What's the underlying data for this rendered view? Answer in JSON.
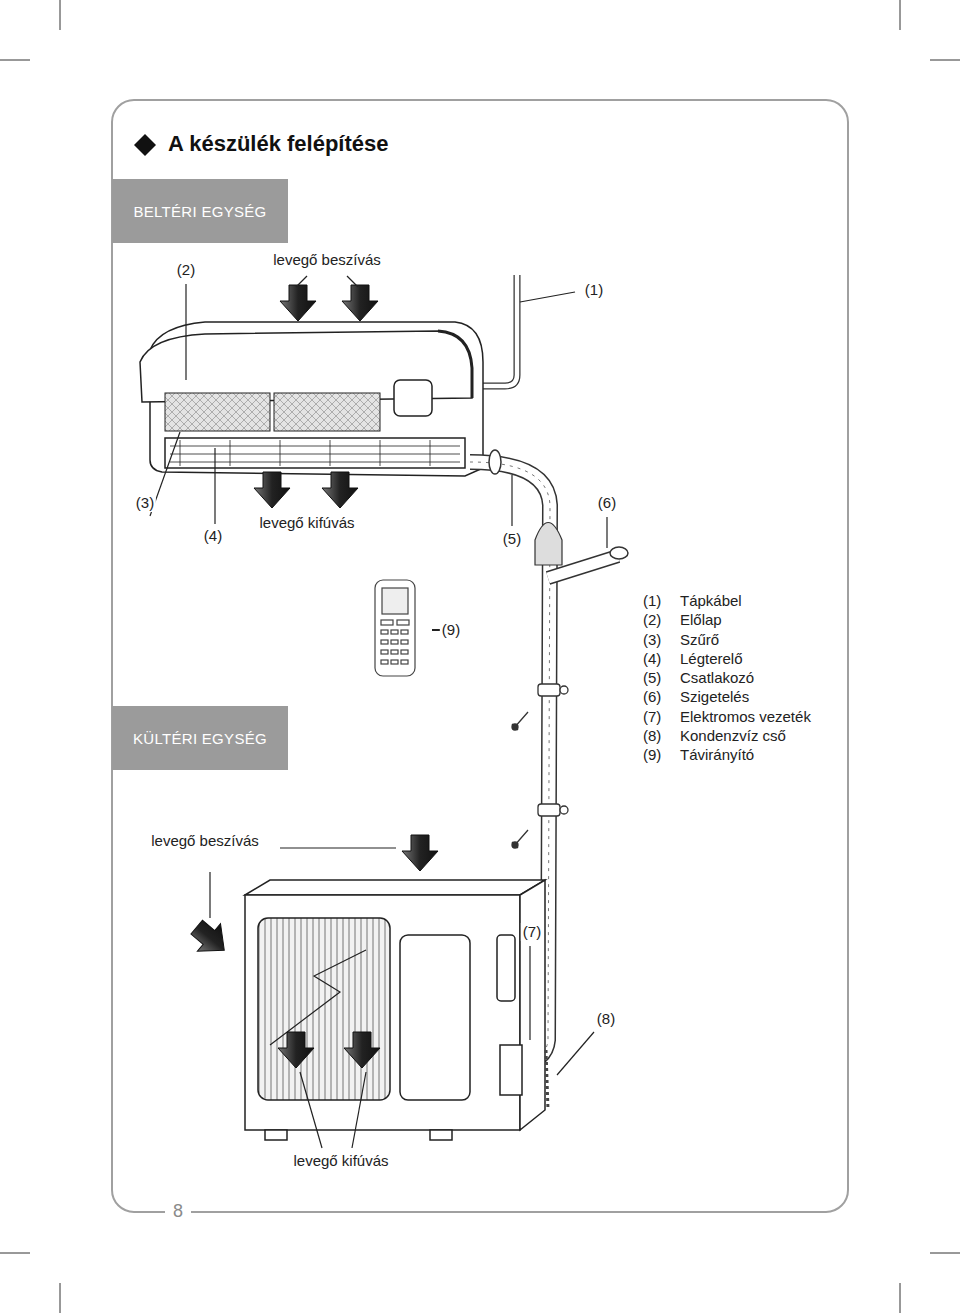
{
  "diagram": {
    "title": "A készülék felépítése",
    "nodes": [
      {
        "text": [
          "BELTÉRI EGYSÉG"
        ]
      },
      {
        "text": [
          "KÜLTÉRI EGYSÉG"
        ]
      }
    ],
    "labels": [
      "(2)",
      "levegő beszívás",
      "(1)",
      "(3)",
      "(4)",
      "levegő kifúvás",
      "(5)",
      "(6)",
      "(9)",
      "(1)",
      "Tápkábel",
      "(2)",
      "Előlap",
      "(3)",
      "Szűrő",
      "(4)",
      "Légterelő",
      "(5)",
      "Csatlakozó",
      "(6)",
      "Szigetelés",
      "(7)",
      "Elektromos vezeték",
      "(8)",
      "Kondenzvíz cső",
      "(9)",
      "Távirányító",
      "levegő beszívás",
      "(7)",
      "(8)",
      "levegő kifúvás",
      "8"
    ]
  }
}
